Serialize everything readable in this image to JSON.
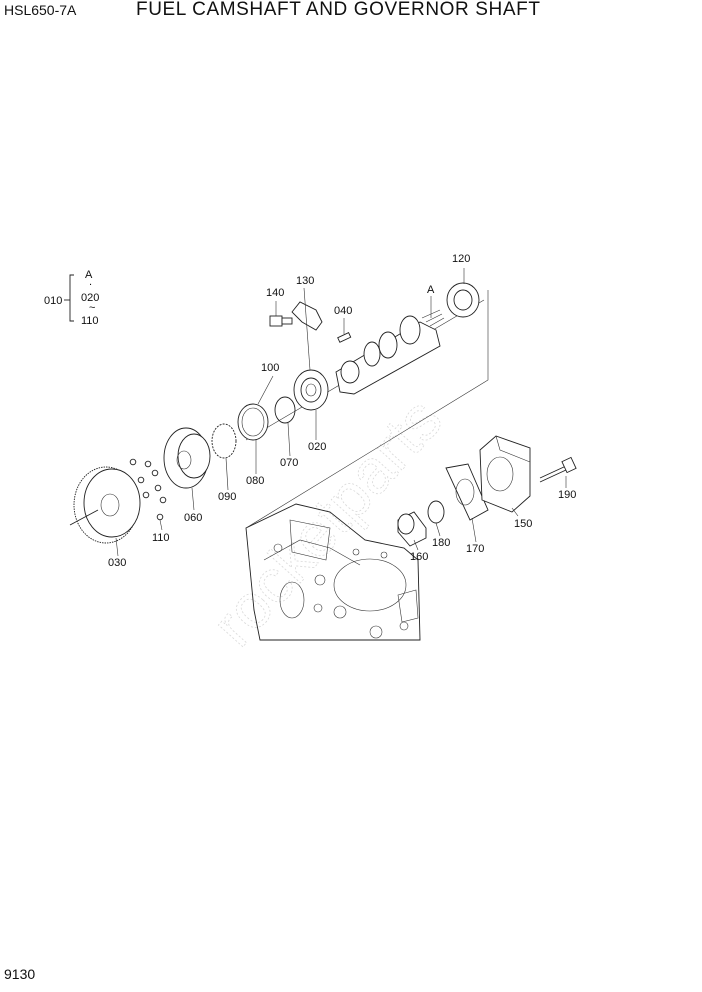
{
  "header": {
    "model": "HSL650-7A",
    "title": "FUEL CAMSHAFT AND GOVERNOR SHAFT"
  },
  "page_number": "9130",
  "watermark": "rocketparts",
  "assembly_key": {
    "assembly": "010",
    "items": [
      "A",
      "020",
      "110"
    ]
  },
  "callouts": {
    "p030": "030",
    "p060": "060",
    "p070": "070",
    "p080": "080",
    "p090": "090",
    "p100": "100",
    "p110": "110",
    "p120": "120",
    "p130": "130",
    "p140": "140",
    "p040": "040",
    "p020": "020",
    "p150": "150",
    "p160": "160",
    "p170": "170",
    "p180": "180",
    "p190": "190",
    "pA": "A"
  }
}
